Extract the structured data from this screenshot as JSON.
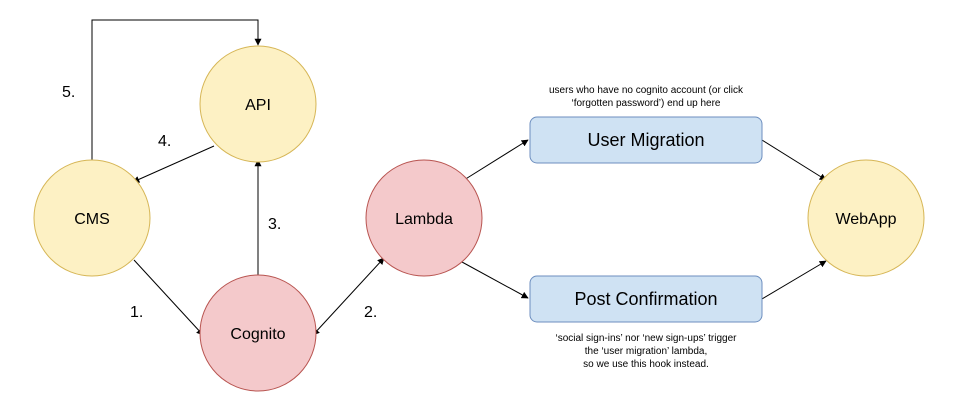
{
  "nodes": {
    "api": "API",
    "cms": "CMS",
    "cognito": "Cognito",
    "lambda": "Lambda",
    "user_migration": "User Migration",
    "post_confirmation": "Post Confirmation",
    "webapp": "WebApp"
  },
  "steps": {
    "s1": "1.",
    "s2": "2.",
    "s3": "3.",
    "s4": "4.",
    "s5": "5."
  },
  "notes": {
    "top_line1": "users who have no cognito account (or click",
    "top_line2": "‘forgotten password’) end up here",
    "bottom_line1": "‘social sign-ins’ nor ‘new sign-ups’ trigger",
    "bottom_line2": "the ‘user migration’ lambda,",
    "bottom_line3": "so we use this hook instead."
  },
  "colors": {
    "yellow_fill": "#fdf1c4",
    "yellow_stroke": "#d6b656",
    "red_fill": "#f4c9cb",
    "red_stroke": "#b85450",
    "blue_fill": "#cfe2f3",
    "blue_stroke": "#6c8ebf"
  }
}
